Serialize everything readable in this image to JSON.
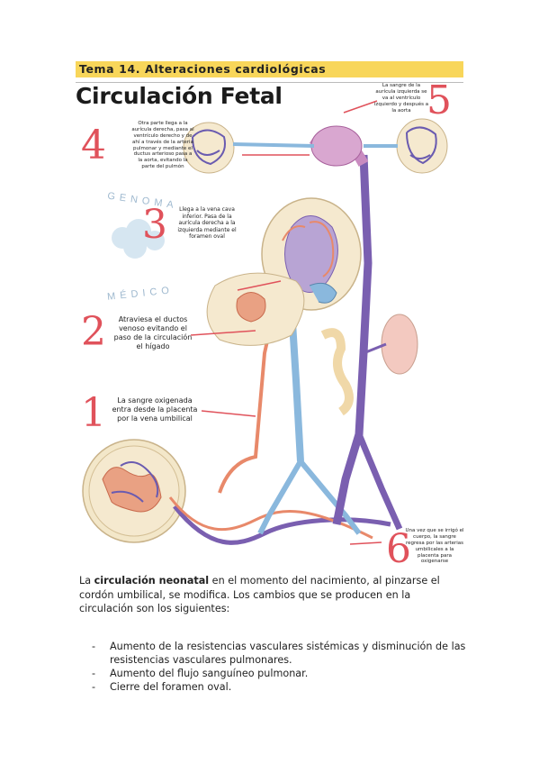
{
  "header": {
    "title": "Tema 14. Alteraciones cardiológicas"
  },
  "figure": {
    "title": "Circulación Fetal",
    "watermark": {
      "top": "GENOMA",
      "bottom": "MÉDICO"
    },
    "steps": [
      {
        "number": "1",
        "text": "La sangre oxigenada entra desde la placenta por la vena umbilical"
      },
      {
        "number": "2",
        "text": "Atraviesa el ductos venoso evitando el paso de la circulación el hígado"
      },
      {
        "number": "3",
        "text": "Llega a la vena cava inferior. Pasa de la aurícula derecha a la izquierda mediante el foramen oval"
      },
      {
        "number": "4",
        "text": "Otra parte llega a la aurícula derecha, pasa al ventrículo derecho y de ahí a través de la arteria pulmonar y mediante el ductus arterioso pasa a la aorta, evitando la parte del pulmón"
      },
      {
        "number": "5",
        "text": "La sangre de la aurícula izquierda se va al ventrículo izquierdo y después a la aorta"
      },
      {
        "number": "6",
        "text": "Una vez que se irrigó el cuerpo, la sangre regresa por las arterias umbilicales a la placenta para oxigenarse"
      }
    ]
  },
  "body": {
    "paragraph_bold": "circulación neonatal",
    "paragraph_pre": "La ",
    "paragraph_post": " en el momento del nacimiento, al pinzarse el cordón umbilical, se modifica. Los cambios que se producen en la circulación son los siguientes:",
    "list_marker": "-",
    "list": [
      "Aumento de la resistencias vasculares sistémicas y disminución de las resistencias vasculares pulmonares.",
      "Aumento del flujo sanguíneo pulmonar.",
      "Cierre del foramen oval."
    ]
  },
  "colors": {
    "accent": "#f8d65a",
    "oxygenated": "#e8896a",
    "deoxygenated": "#7a5fb0",
    "mixed": "#8ab8dd",
    "number_red": "#e0525b"
  }
}
